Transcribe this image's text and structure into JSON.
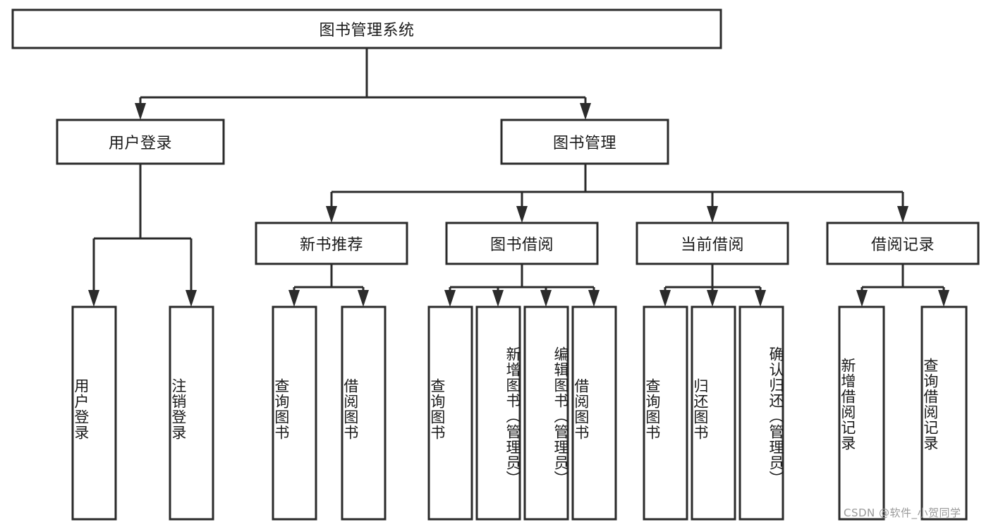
{
  "diagram": {
    "type": "tree-hierarchy-chart",
    "title": "图书管理系统",
    "watermark": "CSDN @软件_小贺同学",
    "colors": {
      "background": "#ffffff",
      "box_stroke": "#2b2b2b",
      "box_fill": "#ffffff",
      "text": "#1a1a1a",
      "watermark": "#9a9a9a"
    },
    "levels": {
      "root": {
        "id": "root",
        "label": "图书管理系统",
        "orientation": "horizontal"
      },
      "level1": [
        {
          "id": "user-login",
          "label": "用户登录",
          "orientation": "horizontal"
        },
        {
          "id": "book-management",
          "label": "图书管理",
          "orientation": "horizontal"
        }
      ],
      "level2": [
        {
          "id": "new-book-recommend",
          "label": "新书推荐",
          "parent": "book-management",
          "orientation": "horizontal"
        },
        {
          "id": "book-borrow",
          "label": "图书借阅",
          "parent": "book-management",
          "orientation": "horizontal"
        },
        {
          "id": "current-borrow",
          "label": "当前借阅",
          "parent": "book-management",
          "orientation": "horizontal"
        },
        {
          "id": "borrow-record",
          "label": "借阅记录",
          "parent": "book-management",
          "orientation": "horizontal"
        }
      ],
      "leaves": [
        {
          "id": "leaf-user-login",
          "label": "用户登录",
          "parent": "user-login",
          "orientation": "vertical"
        },
        {
          "id": "leaf-user-logout",
          "label": "注销登录",
          "parent": "user-login",
          "orientation": "vertical"
        },
        {
          "id": "leaf-query-book-1",
          "label": "查询图书",
          "parent": "new-book-recommend",
          "orientation": "vertical"
        },
        {
          "id": "leaf-borrow-book-1",
          "label": "借阅图书",
          "parent": "new-book-recommend",
          "orientation": "vertical"
        },
        {
          "id": "leaf-query-book-2",
          "label": "查询图书",
          "parent": "book-borrow",
          "orientation": "vertical"
        },
        {
          "id": "leaf-add-book",
          "label": "新增图书（管理员）",
          "parent": "book-borrow",
          "orientation": "vertical"
        },
        {
          "id": "leaf-edit-book",
          "label": "编辑图书（管理员）",
          "parent": "book-borrow",
          "orientation": "vertical"
        },
        {
          "id": "leaf-borrow-book-2",
          "label": "借阅图书",
          "parent": "book-borrow",
          "orientation": "vertical"
        },
        {
          "id": "leaf-query-book-3",
          "label": "查询图书",
          "parent": "current-borrow",
          "orientation": "vertical"
        },
        {
          "id": "leaf-return-book",
          "label": "归还图书",
          "parent": "current-borrow",
          "orientation": "vertical"
        },
        {
          "id": "leaf-confirm-return",
          "label": "确认归还（管理员）",
          "parent": "current-borrow",
          "orientation": "vertical"
        },
        {
          "id": "leaf-add-record",
          "label": "新增借阅记录",
          "parent": "borrow-record",
          "orientation": "vertical"
        },
        {
          "id": "leaf-query-record",
          "label": "查询借阅记录",
          "parent": "borrow-record",
          "orientation": "vertical"
        }
      ]
    }
  }
}
